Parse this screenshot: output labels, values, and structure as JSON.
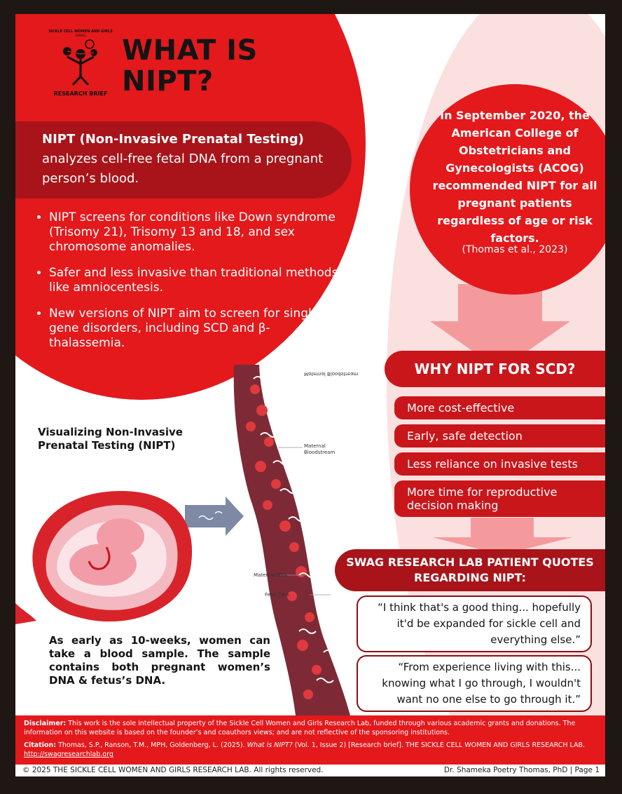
{
  "logo": {
    "org": "SICKLE CELL WOMEN AND GIRLS",
    "sub": "(SWAG)",
    "brief": "RESEARCH BRIEF"
  },
  "title": "WHAT IS NIPT?",
  "definition": {
    "bold": "NIPT (Non-Invasive Prenatal Testing)",
    "rest": "analyzes cell-free fetal DNA from a pregnant person’s blood."
  },
  "bullets": [
    "NIPT screens for conditions like Down syndrome (Trisomy 21), Trisomy 13 and 18, and sex chromosome anomalies.",
    "Safer and less invasive than traditional methods like amniocentesis.",
    "New versions of NIPT aim to screen for single-gene disorders, including SCD and β-thalassemia."
  ],
  "acog": {
    "text": "In September 2020, the American College of Obstetricians and Gynecologists (ACOG) recommended NIPT for all pregnant patients regardless of age or risk factors.",
    "citation": "(Thomas et al., 2023)"
  },
  "why": {
    "heading": "WHY NIPT FOR SCD?",
    "items": [
      "More cost-effective",
      "Early, safe detection",
      "Less reliance on invasive tests",
      "More time for reproductive decision making"
    ]
  },
  "quotes": {
    "heading": "SWAG RESEARCH LAB PATIENT QUOTES REGARDING NIPT:",
    "items": [
      "“I think that's a good thing... hopefully it'd be expanded for sickle cell and everything else.”",
      "“From experience living with this... knowing what I go through, I wouldn't want no one else to go through it.”"
    ]
  },
  "visual": {
    "title": "Visualizing Non-Invasive Prenatal Testing (NIPT)",
    "labels": {
      "maternal_bloodstream": "Maternal Bloodstream",
      "maternal_bloodstream_mirrored": "Maternal Bloodstream",
      "maternal_dna": "Maternal DNA",
      "fetal_dna": "Fetal DNA"
    },
    "note": "As early as 10-weeks, women can take a blood sample. The sample contains both pregnant women’s DNA & fetus’s DNA."
  },
  "footer": {
    "disclaimer_label": "Disclaimer:",
    "disclaimer": "This work is the sole intellectual property of the Sickle Cell Women and Girls Research Lab, funded through various academic grants and donations. The information on this website is based on the founder’s and coauthors views; and are not reflective of the sponsoring institutions.",
    "citation_label": "Citation:",
    "citation_pre": "Thomas, S.P., Ranson, T.M., MPH, Goldenberg, L. (2025).",
    "citation_title": "What is NIPT?",
    "citation_post": "(Vol. 1, Issue 2) [Research brief]. THE SICKLE CELL WOMEN AND GIRLS RESEARCH LAB.",
    "link": "http://swagresearchlab.org",
    "copyright": "© 2025 THE SICKLE CELL WOMEN AND GIRLS RESEARCH LAB. All rights reserved.",
    "author": "Dr. Shameka Poetry Thomas, PhD | Page 1"
  },
  "colors": {
    "red": "#e3191c",
    "dark_red": "#a81419",
    "pink": "#fbe0e0",
    "arrow": "#f59a9c"
  },
  "icons": [
    "swag-logo-icon",
    "dna-icon",
    "blood-cell-icon",
    "arrow-right-icon",
    "arrow-down-icon",
    "fetus-illustration"
  ]
}
